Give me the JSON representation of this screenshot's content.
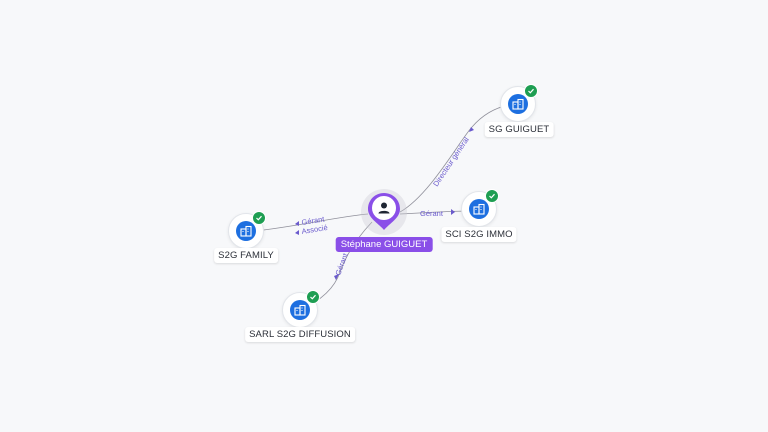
{
  "person": {
    "name": "Stéphane GUIGUET",
    "icon": "person-icon",
    "color": "#8a4fe8"
  },
  "companies": [
    {
      "id": "sg-guiguet",
      "name": "SG GUIGUET",
      "verified": true,
      "icon": "building-icon"
    },
    {
      "id": "sci-s2g-immo",
      "name": "SCI S2G IMMO",
      "verified": true,
      "icon": "building-icon"
    },
    {
      "id": "s2g-family",
      "name": "S2G FAMILY",
      "verified": true,
      "icon": "building-icon"
    },
    {
      "id": "sarl-s2g-diffusion",
      "name": "SARL S2G DIFFUSION",
      "verified": true,
      "icon": "building-icon"
    }
  ],
  "relations": [
    {
      "to": "sg-guiguet",
      "labels": [
        "Directeur général"
      ]
    },
    {
      "to": "sci-s2g-immo",
      "labels": [
        "Gérant"
      ]
    },
    {
      "to": "s2g-family",
      "labels": [
        "Gérant",
        "Associé"
      ]
    },
    {
      "to": "sarl-s2g-diffusion",
      "labels": [
        "Gérant"
      ]
    }
  ],
  "colors": {
    "company": "#1d6fe0",
    "verified": "#1e9e52",
    "edge": "#8f8f9a",
    "edge_label": "#6a5acd"
  }
}
